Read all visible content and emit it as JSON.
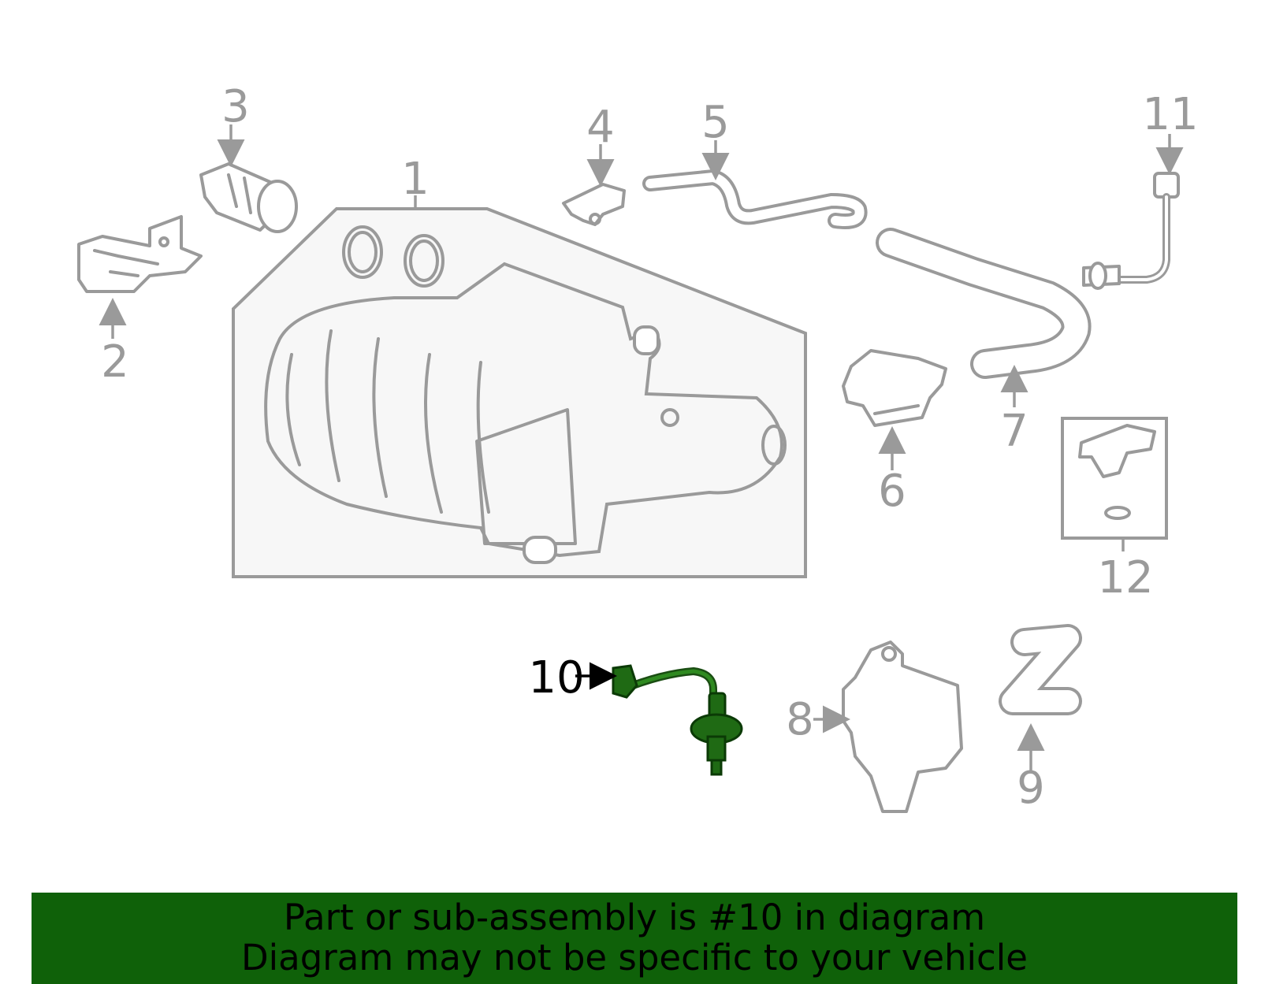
{
  "diagram": {
    "callouts": [
      "1",
      "2",
      "3",
      "4",
      "5",
      "6",
      "7",
      "8",
      "9",
      "10",
      "11",
      "12"
    ],
    "highlighted": "10"
  },
  "colors": {
    "parts": "#9a9a9a",
    "highlight_part": "#1f6a14",
    "banner_bg": "#0f6109",
    "callout_highlight": "#000000"
  },
  "banner": {
    "line1": "Part or sub-assembly is #10 in diagram",
    "line2": "Diagram may not be specific to your vehicle"
  }
}
